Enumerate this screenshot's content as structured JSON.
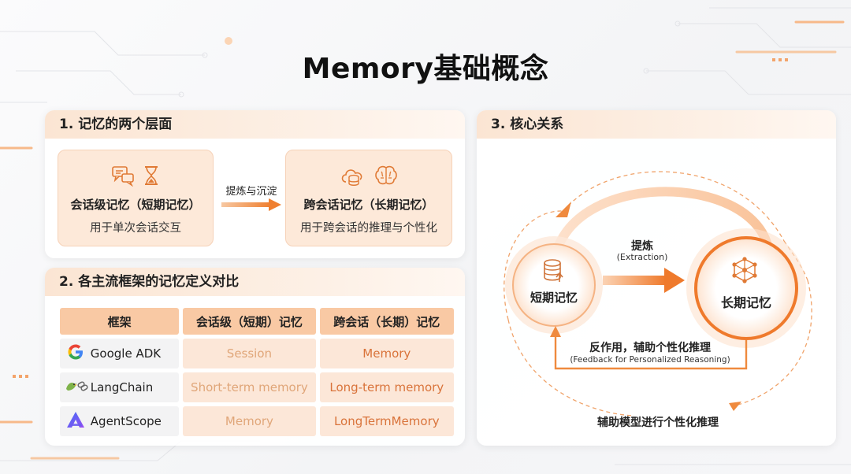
{
  "title": "Memory基础概念",
  "section1": {
    "heading": "1. 记忆的两个层面",
    "short_term": {
      "title": "会话级记忆（短期记忆）",
      "desc": "用于单次会话交互"
    },
    "arrow_label": "提炼与沉淀",
    "long_term": {
      "title": "跨会话记忆（长期记忆）",
      "desc": "用于跨会话的推理与个性化"
    }
  },
  "section2": {
    "heading": "2. 各主流框架的记忆定义对比",
    "headers": [
      "框架",
      "会话级（短期）记忆",
      "跨会话（长期）记忆"
    ],
    "rows": [
      {
        "framework": "Google ADK",
        "icon": "google-logo-icon",
        "short": "Session",
        "long": "Memory"
      },
      {
        "framework": "LangChain",
        "icon": "parrot-chain-icon",
        "short": "Short-term memory",
        "long": "Long-term memory"
      },
      {
        "framework": "AgentScope",
        "icon": "agentscope-logo-icon",
        "short": "Memory",
        "long": "LongTermMemory"
      }
    ]
  },
  "section3": {
    "heading": "3. 核心关系",
    "short_node": "短期记忆",
    "long_node": "长期记忆",
    "extract_label": "提炼",
    "extract_sub": "(Extraction)",
    "feedback_label": "反作用，辅助个性化推理",
    "feedback_sub": "(Feedback for Personalized Reasoning)",
    "bottom_label": "辅助模型进行个性化推理"
  },
  "colors": {
    "accent": "#f08a3c",
    "accent_light": "#fde9d9",
    "header": "#f9c9a4"
  }
}
